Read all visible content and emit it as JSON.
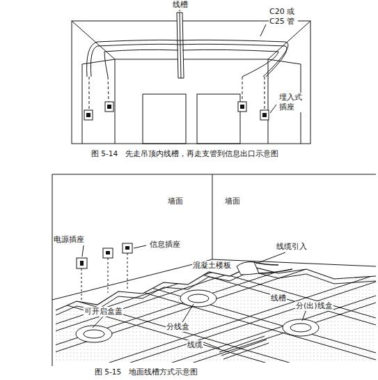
{
  "diagram": {
    "labels": [
      "线槽",
      "C20 或 C25 管",
      "埋入式插座",
      "图 5-14　先走吊顶内线槽，再走支管到信息出口示意图",
      "墙面",
      "墙面",
      "电源插座",
      "信息插座",
      "线缆引入",
      "混凝土楼板",
      "线槽",
      "可开启盒盖",
      "分线盒",
      "分(出)线盒",
      "线缆",
      "图 5-15　地面线槽方式示意图"
    ]
  }
}
